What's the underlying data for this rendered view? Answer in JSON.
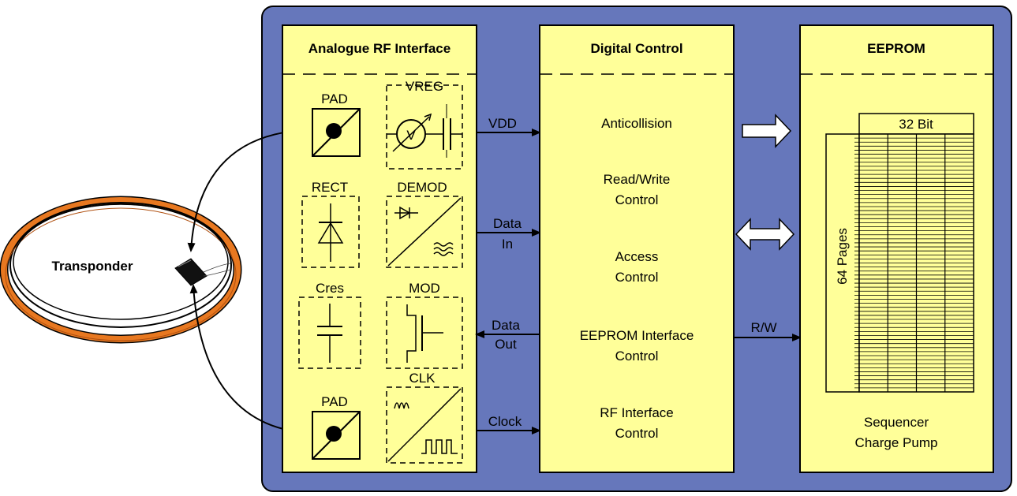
{
  "transponder": {
    "label": "Transponder"
  },
  "analogue": {
    "title": "Analogue RF Interface",
    "pad_top": "PAD",
    "vreg": "VREG",
    "vreg_symbol": "V",
    "rect": "RECT",
    "demod": "DEMOD",
    "cres": "Cres",
    "mod": "MOD",
    "pad_bottom": "PAD",
    "clk": "CLK"
  },
  "signals": {
    "vdd": "VDD",
    "data_in_1": "Data",
    "data_in_2": "In",
    "data_out_1": "Data",
    "data_out_2": "Out",
    "clock": "Clock",
    "rw": "R/W"
  },
  "digital": {
    "title": "Digital Control",
    "anticollision": "Anticollision",
    "rw_control_1": "Read/Write",
    "rw_control_2": "Control",
    "access_1": "Access",
    "access_2": "Control",
    "eeprom_if_1": "EEPROM Interface",
    "eeprom_if_2": "Control",
    "rf_if_1": "RF Interface",
    "rf_if_2": "Control"
  },
  "eeprom": {
    "title": "EEPROM",
    "bits": "32 Bit",
    "pages": "64 Pages",
    "seq_1": "Sequencer",
    "seq_2": "Charge Pump"
  },
  "colors": {
    "chip_bg": "#6677bb",
    "block_fill": "#ffff99",
    "coil": "#e87820"
  }
}
